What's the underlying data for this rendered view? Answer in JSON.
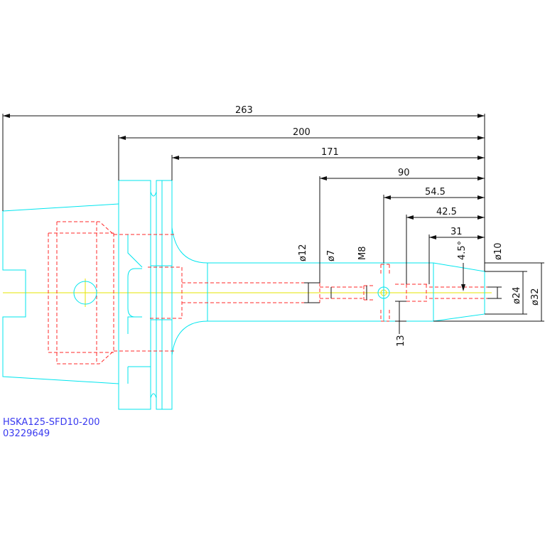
{
  "dimensions": {
    "d263": "263",
    "d200": "200",
    "d171": "171",
    "d90": "90",
    "d54_5": "54.5",
    "d42_5": "42.5",
    "d31": "31",
    "dia12": "ø12",
    "dia7": "ø7",
    "m8": "M8",
    "angle45": "4.5°",
    "dia10": "ø10",
    "dia24": "ø24",
    "dia32": "ø32",
    "d13": "13"
  },
  "part_label": {
    "name": "HSKA125-SFD10-200",
    "number": "03229649"
  },
  "colors": {
    "outline": "#00e5ee",
    "hidden": "#ff2a2a",
    "centerline": "#e6e600",
    "dimension": "#111111",
    "label": "#3a3af0"
  }
}
